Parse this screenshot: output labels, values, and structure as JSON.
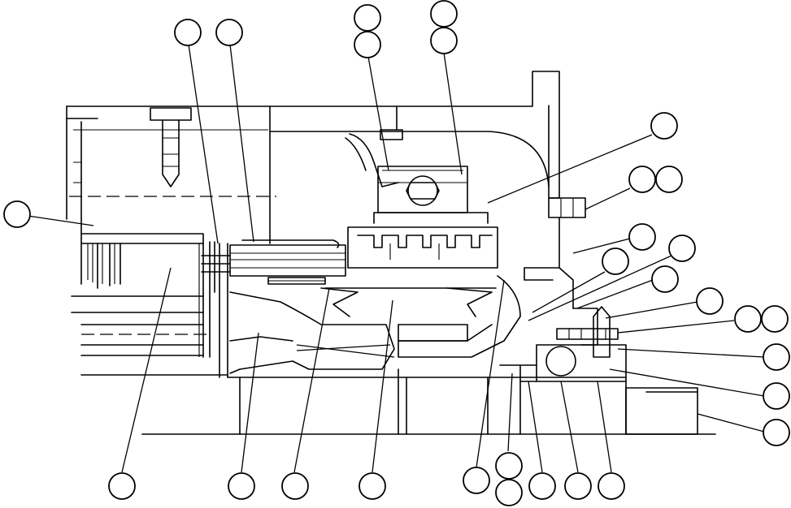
{
  "figure": {
    "type": "technical cross-section drawing",
    "line_color": "#000000",
    "background": "#ffffff",
    "callout_count": 29,
    "callout_style": "blank circle balloons with leader lines"
  }
}
